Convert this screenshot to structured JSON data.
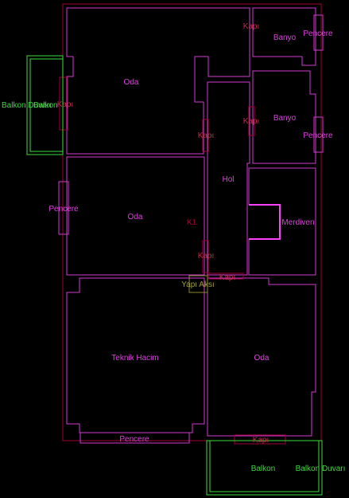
{
  "colors": {
    "background": "#000000",
    "outline": "#a0003a",
    "room_wall": "#d23ad2",
    "room_text": "#e040e0",
    "door_text": "#c0304a",
    "balcony": "#3adc3a",
    "balcony_text": "#3adc3a",
    "axis_box": "#8a8a2a",
    "axis_text": "#a0a030"
  },
  "labels": {
    "oda_top": "Oda",
    "banyo_top": "Banyo",
    "banyo_mid": "Banyo",
    "pencere_top_right": "Pencere",
    "pencere_mid_right": "Pencere",
    "pencere_left": "Pencere",
    "pencere_bottom": "Pencere",
    "kapi_top": "Kapı",
    "kapi_left_balcony": "Kapı",
    "kapi_hall_left": "Kapı",
    "kapi_banyo_mid": "Kapı",
    "kapi_oda_mid": "Kapı",
    "kapi_axis": "Kapı",
    "kapi_bottom": "Kapı",
    "balkon_duvari_left": "Balkon Duvarı",
    "balkon_left": "Balkon",
    "oda_mid": "Oda",
    "hol": "Hol",
    "merdiven": "Merdiven",
    "k1": "K1",
    "yapi_aksi": "Yapı Aksı",
    "teknik_hacim": "Teknik Hacim",
    "oda_bottom": "Oda",
    "balkon_bottom": "Balkon",
    "balkon_duvari_bottom": "Balkon Duvarı"
  }
}
